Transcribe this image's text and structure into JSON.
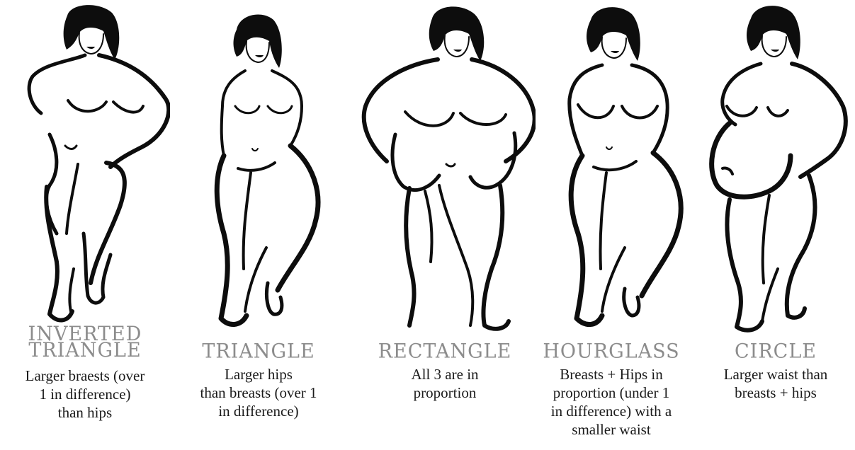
{
  "shapes": [
    {
      "title_lines": [
        "INVERTED",
        "TRIANGLE"
      ],
      "description_lines": [
        "Larger braests (over",
        "1 in difference)",
        "than hips"
      ]
    },
    {
      "title_lines": [
        "TRIANGLE"
      ],
      "description_lines": [
        "Larger hips",
        "than breasts (over 1",
        "in difference)"
      ]
    },
    {
      "title_lines": [
        "RECTANGLE"
      ],
      "description_lines": [
        "All 3 are in",
        "proportion"
      ]
    },
    {
      "title_lines": [
        "HOURGLASS"
      ],
      "description_lines": [
        "Breasts + Hips in",
        "proportion (under 1",
        "in difference) with a",
        "smaller waist"
      ]
    },
    {
      "title_lines": [
        "CIRCLE"
      ],
      "description_lines": [
        "Larger waist than",
        "breasts + hips"
      ]
    }
  ],
  "colors": {
    "title": "#8c8c8c",
    "description": "#1a1a1a",
    "line_art": "#0d0d0d",
    "background": "#ffffff"
  },
  "icons": [
    "inverted-triangle-figure-illustration",
    "triangle-figure-illustration",
    "rectangle-figure-illustration",
    "hourglass-figure-illustration",
    "circle-figure-illustration"
  ]
}
